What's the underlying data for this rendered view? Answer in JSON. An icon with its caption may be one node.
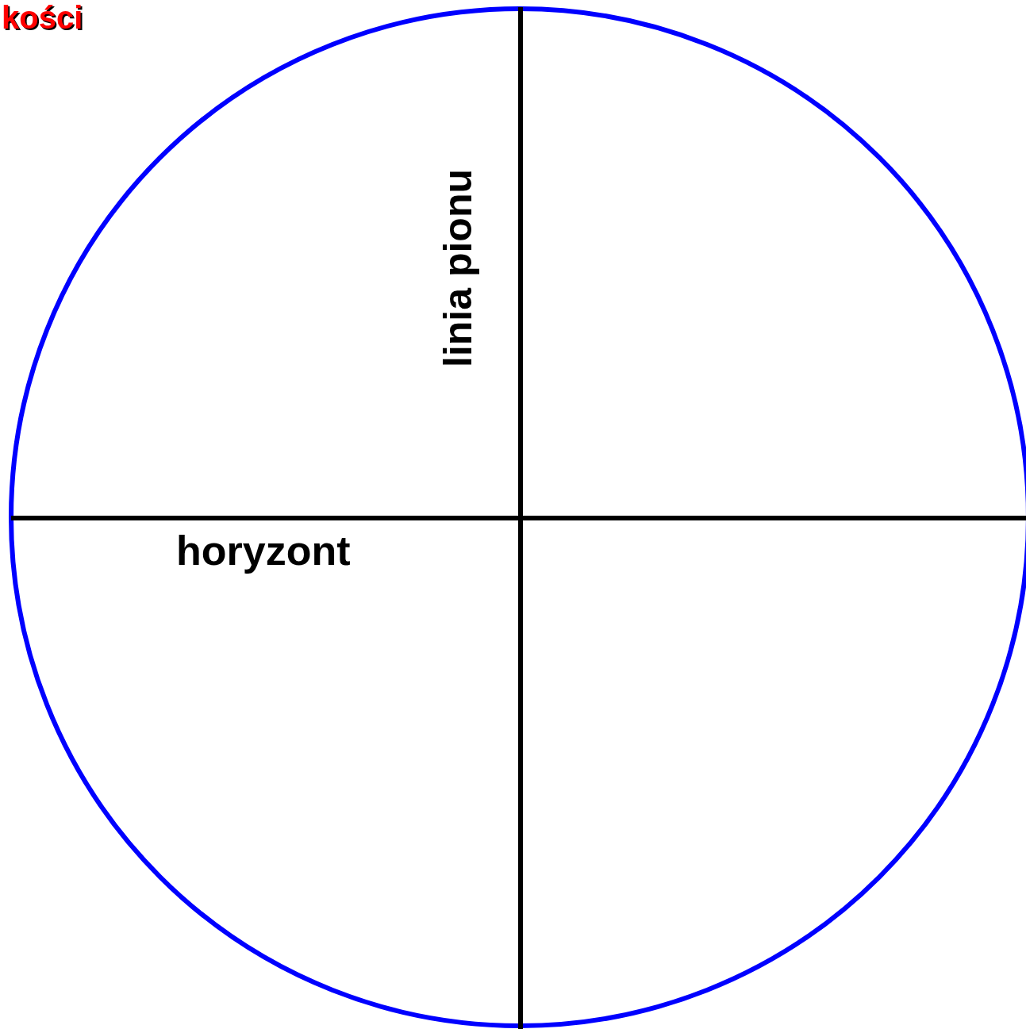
{
  "diagram": {
    "labels": [
      "kości",
      "linia pionu",
      "horyzont"
    ]
  }
}
